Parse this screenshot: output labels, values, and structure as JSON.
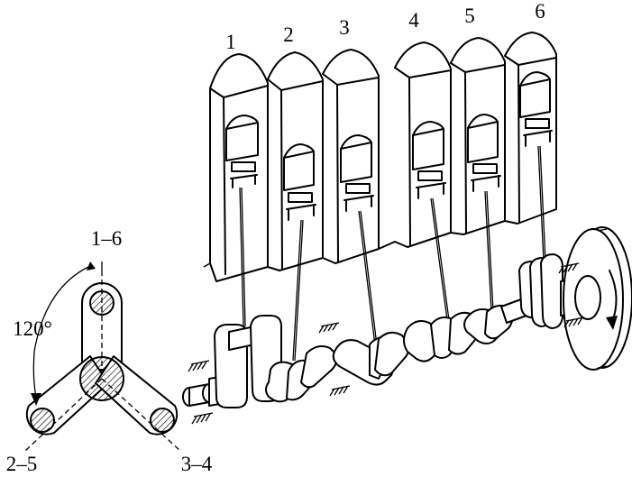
{
  "cylinder_labels": [
    "1",
    "2",
    "3",
    "4",
    "5",
    "6"
  ],
  "crank_labels": {
    "top": "1–6",
    "bottom_left": "2–5",
    "bottom_right": "3–4"
  },
  "angle_label": "120°",
  "colors": {
    "ink": "#000000",
    "paper": "#ffffff"
  }
}
